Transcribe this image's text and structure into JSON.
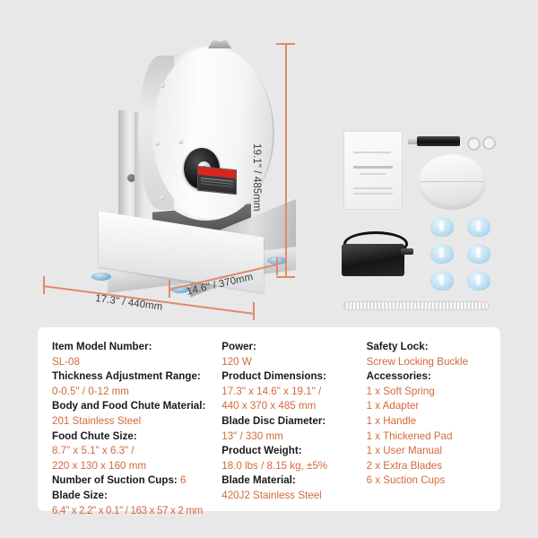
{
  "product": {
    "type": "commercial-meat-slicer",
    "dimensions": {
      "height": "19.1\" / 485mm",
      "width": "17.3\" / 440mm",
      "depth": "14.6\" / 370mm"
    }
  },
  "accessories_photo": {
    "manual": "user-manual",
    "handle": "handle",
    "rings": "washer-rings",
    "pad": "thickened-pad",
    "suction_cups": "suction-cups",
    "adapter": "power-adapter",
    "spring": "soft-spring"
  },
  "specs": {
    "column1": [
      {
        "key": "Item Model Number:",
        "value": "SL-08"
      },
      {
        "key": "Thickness Adjustment Range:",
        "value": "0-0.5\" / 0-12 mm"
      },
      {
        "key": "Body and Food Chute Material:",
        "value": "201 Stainless Steel"
      },
      {
        "key": "Food Chute Size:",
        "value": "8.7\" x 5.1\" x 6.3\" /"
      },
      {
        "key": "",
        "value": "220 x 130 x 160 mm"
      },
      {
        "key": "Number of Suction Cups:",
        "value": "6",
        "inline": true
      },
      {
        "key": "Blade Size:",
        "value": ""
      },
      {
        "key": "",
        "value": "6.4\" x 2.2\" x 0.1\" / 163 x 57 x 2 mm",
        "tight": true
      }
    ],
    "column2": [
      {
        "key": "Power:",
        "value": "120 W"
      },
      {
        "key": "Product Dimensions:",
        "value": "17.3\" x 14.6\" x 19.1\" /"
      },
      {
        "key": "",
        "value": "440 x 370 x 485 mm"
      },
      {
        "key": "Blade Disc Diameter:",
        "value": "13\" / 330 mm"
      },
      {
        "key": "Product Weight:",
        "value": "18.0 lbs / 8.15 kg, ±5%"
      },
      {
        "key": "Blade Material:",
        "value": "420J2 Stainless Steel"
      }
    ],
    "column3": [
      {
        "key": "Safety Lock:",
        "value": "Screw Locking Buckle"
      },
      {
        "key": "Accessories:",
        "value": "1 x Soft Spring"
      },
      {
        "key": "",
        "value": "1 x Adapter"
      },
      {
        "key": "",
        "value": "1 x Handle"
      },
      {
        "key": "",
        "value": "1 x Thickened Pad"
      },
      {
        "key": "",
        "value": "1 x User Manual"
      },
      {
        "key": "",
        "value": "2 x Extra Blades"
      },
      {
        "key": "",
        "value": "6 x Suction Cups"
      }
    ]
  },
  "colors": {
    "background": "#e8e8e8",
    "value_text": "#d2693c",
    "key_text": "#1a1a1a",
    "dimension_line": "#e08a6a",
    "panel": "#ffffff"
  }
}
